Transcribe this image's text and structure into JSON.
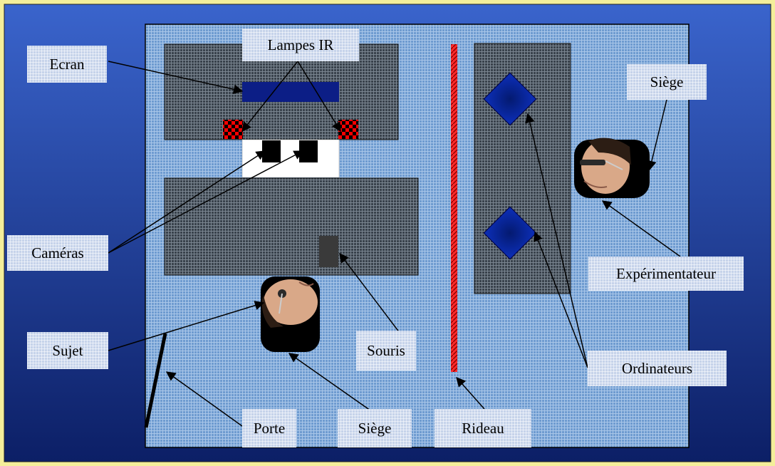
{
  "colors": {
    "page_border": "#f4ee9a",
    "background_top": "#3a64cc",
    "background_bottom": "#0c1f66",
    "room_floor": "#6e9bd0",
    "desk": "#3c4650",
    "curtain": "#ff2020",
    "screen": "#0c1e86",
    "computer": "#0a2aa0",
    "ir_lamp": "#ff0000",
    "camera_mount": "#ffffff",
    "camera": "#000000",
    "mouse": "#3a3a3a"
  },
  "labels": {
    "ecran": "Ecran",
    "lampes_ir": "Lampes IR",
    "siege_experimenter": "Siège",
    "cameras": "Caméras",
    "experimentateur": "Expérimentateur",
    "sujet": "Sujet",
    "souris": "Souris",
    "ordinateurs": "Ordinateurs",
    "porte": "Porte",
    "siege_subject": "Siège",
    "rideau": "Rideau"
  }
}
